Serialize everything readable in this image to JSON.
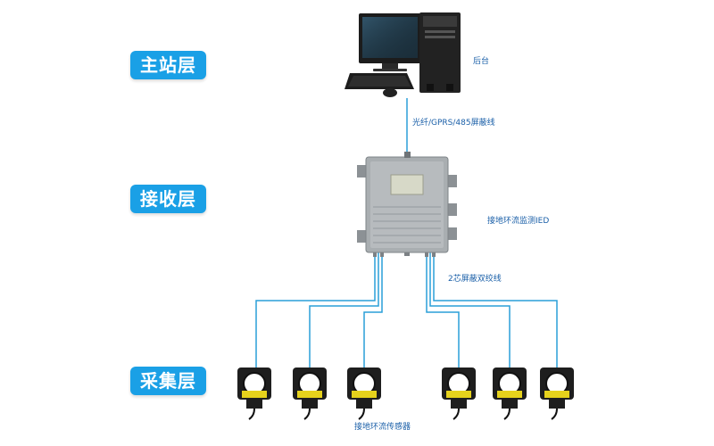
{
  "layers": {
    "master": "主站层",
    "receive": "接收层",
    "collect": "采集层"
  },
  "labels": {
    "backend": "后台",
    "link_top": "光纤/GPRS/485屏蔽线",
    "ied": "接地环流监测IED",
    "link_bottom": "2芯屏蔽双绞线",
    "sensors": "接地环流传感器"
  },
  "colors": {
    "badge": "#1aa0e6",
    "wire": "#2a9fd8",
    "label_text": "#1a5fa8"
  }
}
